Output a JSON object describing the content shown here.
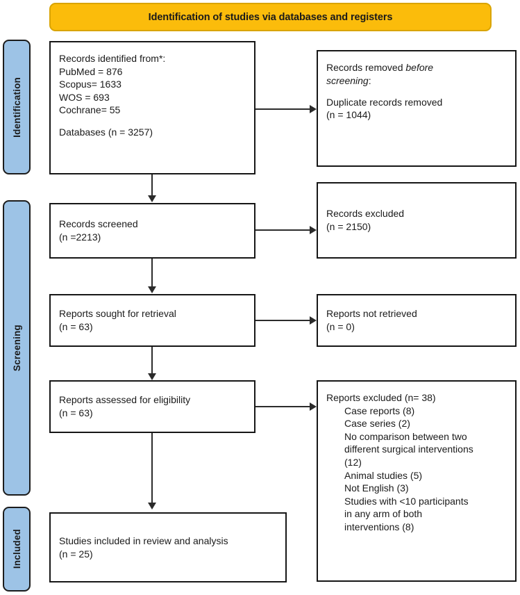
{
  "diagram": {
    "title": "Identification of studies via databases and registers",
    "colors": {
      "banner_fill": "#FBBC0B",
      "banner_border": "#D9A400",
      "stage_fill": "#9DC3E6",
      "stage_border": "#1c1c1c",
      "box_border": "#161616",
      "connector": "#2b2b2b",
      "text": "#1a1a1a",
      "background": "#ffffff"
    }
  },
  "stages": [
    {
      "label": "Identification"
    },
    {
      "label": "Screening"
    },
    {
      "label": "Included"
    }
  ],
  "boxes": {
    "records_identified": {
      "lines": [
        "Records identified from*:",
        "PubMed = 876",
        "Scopus= 1633",
        "WOS = 693",
        "Cochrane= 55",
        "",
        "Databases (n = 3257)"
      ]
    },
    "records_removed": {
      "line1_normal": "Records removed ",
      "line1_italic": "before",
      "line2_italic": "screening",
      "line2_normal": ":",
      "line3": "Duplicate records removed",
      "line4": "(n = 1044)"
    },
    "records_screened": {
      "lines": [
        "Records screened",
        "(n =2213)"
      ]
    },
    "records_excluded": {
      "lines": [
        "Records excluded",
        "(n = 2150)"
      ]
    },
    "reports_sought": {
      "lines": [
        "Reports sought for retrieval",
        "(n = 63)"
      ]
    },
    "reports_not_retrieved": {
      "lines": [
        "Reports not retrieved",
        "(n = 0)"
      ]
    },
    "reports_assessed": {
      "lines": [
        "Reports assessed for eligibility",
        "(n = 63)"
      ]
    },
    "reports_excluded": {
      "heading": "Reports excluded (n= 38)",
      "reasons": [
        "Case reports (8)",
        "Case series (2)",
        "No comparison between two",
        "different surgical interventions",
        "(12)",
        "Animal studies (5)",
        "Not English (3)",
        "Studies with <10 participants",
        "in any arm of both",
        "interventions (8)"
      ]
    },
    "studies_included": {
      "lines": [
        "Studies included in review and analysis",
        "(n = 25)"
      ]
    }
  }
}
